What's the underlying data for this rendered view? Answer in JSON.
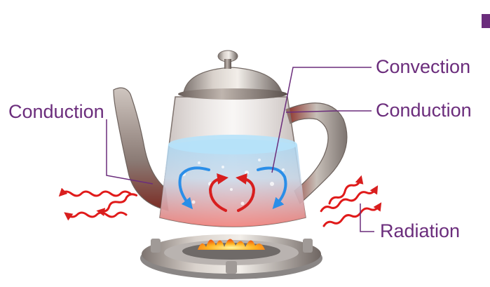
{
  "labels": {
    "convection": "Convection",
    "conduction_right": "Conduction",
    "conduction_left": "Conduction",
    "radiation": "Radiation"
  },
  "colors": {
    "label_text": "#6b2d7c",
    "leader_line": "#6b2d7c",
    "hot_arrow": "#d81e1e",
    "cool_arrow": "#2a8ee8",
    "water_top": "#9fd2f2",
    "water_bottom": "#f07a74"
  },
  "icons": [
    "kettle-icon",
    "flame-icon",
    "stove-burner-icon",
    "heat-wave-icon"
  ]
}
